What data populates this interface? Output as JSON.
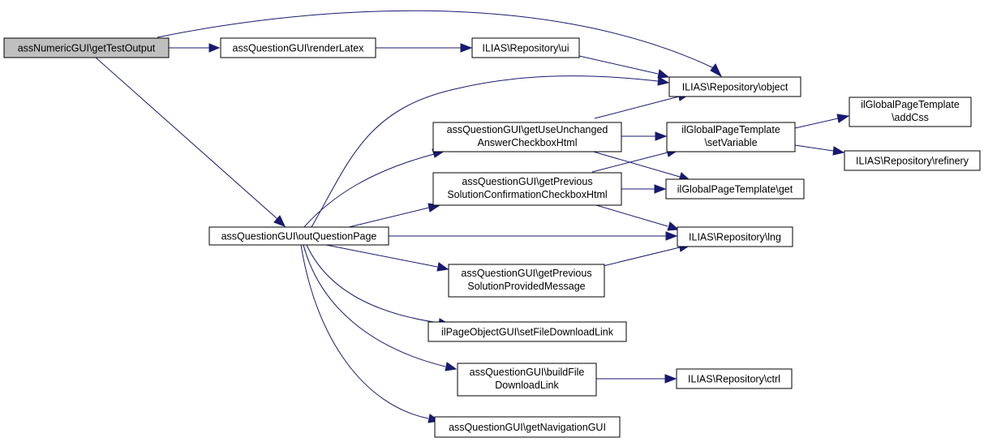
{
  "colors": {
    "edge": "#191970",
    "node_fill": "#ffffff",
    "root_fill": "#bfbfbf",
    "node_border": "#000000",
    "text": "#000000"
  },
  "nodes": {
    "getTestOutput": {
      "lines": [
        "assNumericGUI\\getTestOutput"
      ],
      "root": true
    },
    "renderLatex": {
      "lines": [
        "assQuestionGUI\\renderLatex"
      ]
    },
    "ui": {
      "lines": [
        "ILIAS\\Repository\\ui"
      ]
    },
    "object": {
      "lines": [
        "ILIAS\\Repository\\object"
      ]
    },
    "getUseUnchanged": {
      "lines": [
        "assQuestionGUI\\getUseUnchanged",
        "AnswerCheckboxHtml"
      ]
    },
    "setVariable": {
      "lines": [
        "ilGlobalPageTemplate",
        "\\setVariable"
      ]
    },
    "addCss": {
      "lines": [
        "ilGlobalPageTemplate",
        "\\addCss"
      ]
    },
    "refinery": {
      "lines": [
        "ILIAS\\Repository\\refinery"
      ]
    },
    "getPrevConfirm": {
      "lines": [
        "assQuestionGUI\\getPrevious",
        "SolutionConfirmationCheckboxHtml"
      ]
    },
    "get": {
      "lines": [
        "ilGlobalPageTemplate\\get"
      ]
    },
    "outQuestionPage": {
      "lines": [
        "assQuestionGUI\\outQuestionPage"
      ]
    },
    "lng": {
      "lines": [
        "ILIAS\\Repository\\lng"
      ]
    },
    "getPrevProvided": {
      "lines": [
        "assQuestionGUI\\getPrevious",
        "SolutionProvidedMessage"
      ]
    },
    "setFileDownloadLink": {
      "lines": [
        "ilPageObjectGUI\\setFileDownloadLink"
      ]
    },
    "buildFileDownloadLink": {
      "lines": [
        "assQuestionGUI\\buildFile",
        "DownloadLink"
      ]
    },
    "ctrl": {
      "lines": [
        "ILIAS\\Repository\\ctrl"
      ]
    },
    "getNavigationGUI": {
      "lines": [
        "assQuestionGUI\\getNavigationGUI"
      ]
    }
  },
  "edges": [
    [
      "getTestOutput",
      "renderLatex"
    ],
    [
      "getTestOutput",
      "object"
    ],
    [
      "getTestOutput",
      "outQuestionPage"
    ],
    [
      "renderLatex",
      "ui"
    ],
    [
      "ui",
      "object"
    ],
    [
      "getUseUnchanged",
      "object"
    ],
    [
      "getUseUnchanged",
      "setVariable"
    ],
    [
      "getUseUnchanged",
      "get"
    ],
    [
      "setVariable",
      "addCss"
    ],
    [
      "setVariable",
      "refinery"
    ],
    [
      "getPrevConfirm",
      "setVariable"
    ],
    [
      "getPrevConfirm",
      "get"
    ],
    [
      "getPrevConfirm",
      "lng"
    ],
    [
      "outQuestionPage",
      "object"
    ],
    [
      "outQuestionPage",
      "getUseUnchanged"
    ],
    [
      "outQuestionPage",
      "getPrevConfirm"
    ],
    [
      "outQuestionPage",
      "lng"
    ],
    [
      "outQuestionPage",
      "getPrevProvided"
    ],
    [
      "outQuestionPage",
      "setFileDownloadLink"
    ],
    [
      "outQuestionPage",
      "buildFileDownloadLink"
    ],
    [
      "outQuestionPage",
      "getNavigationGUI"
    ],
    [
      "getPrevProvided",
      "lng"
    ],
    [
      "buildFileDownloadLink",
      "ctrl"
    ]
  ]
}
